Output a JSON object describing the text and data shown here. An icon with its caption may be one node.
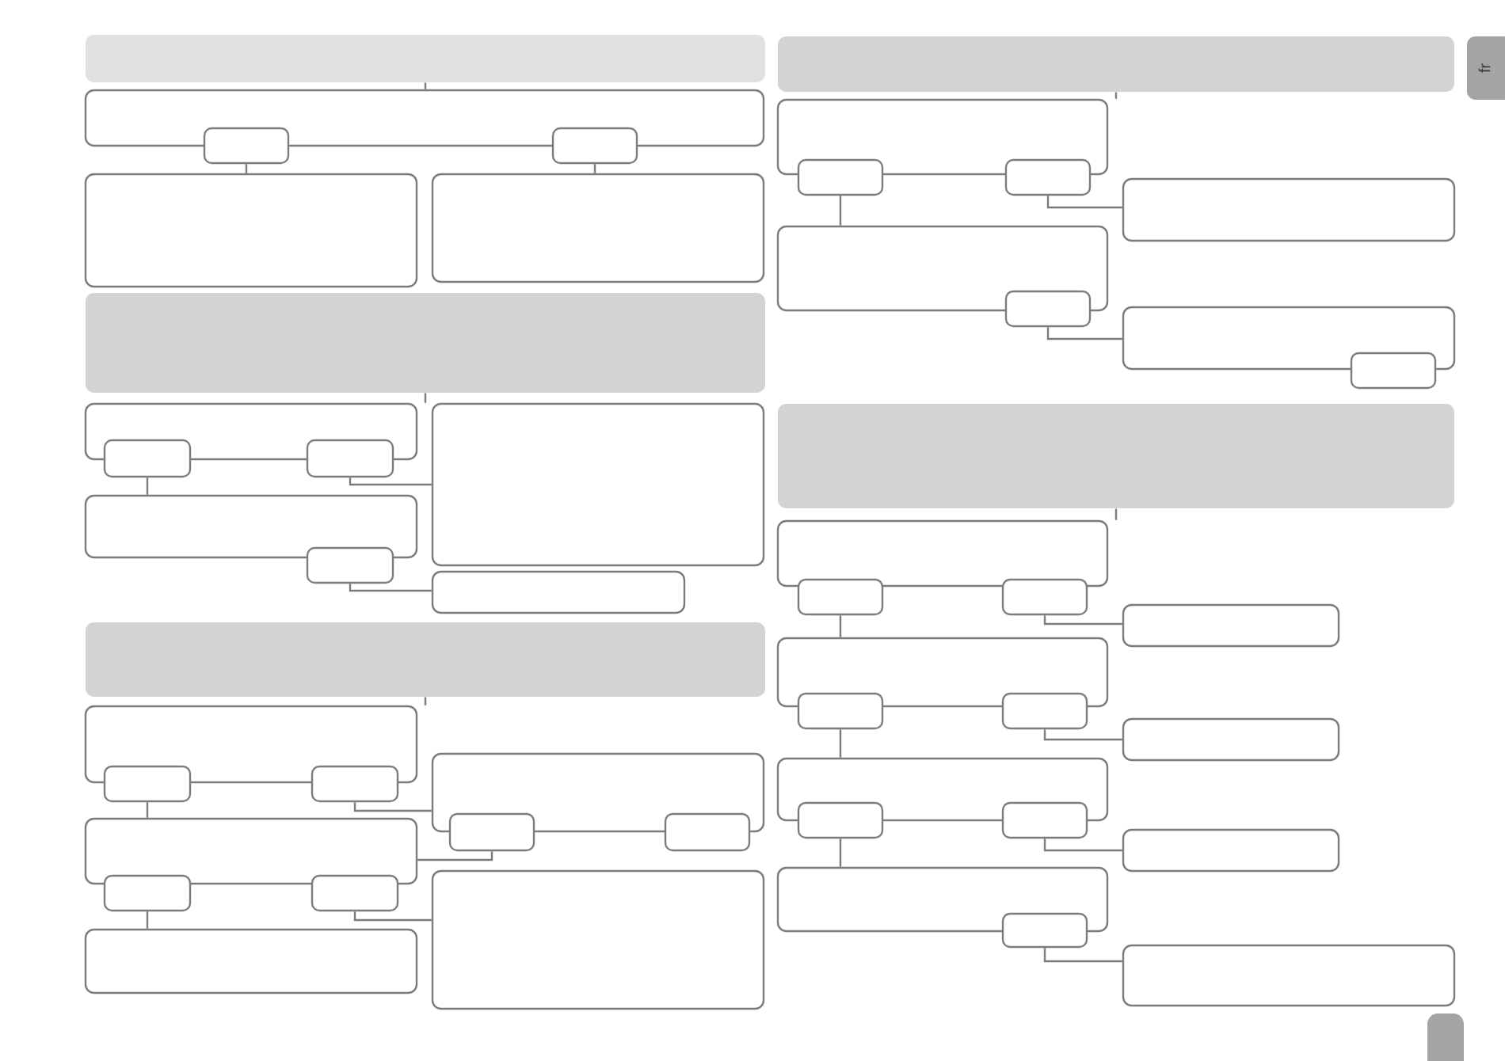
{
  "diagram": {
    "nodes": [
      {
        "text": [],
        "shape": "bar"
      },
      {
        "text": [],
        "shape": "box"
      },
      {
        "text": [],
        "shape": "box"
      },
      {
        "text": [],
        "shape": "box"
      },
      {
        "text": [],
        "shape": "box"
      },
      {
        "text": [],
        "shape": "box"
      },
      {
        "text": [],
        "shape": "bar"
      },
      {
        "text": [],
        "shape": "box"
      },
      {
        "text": [],
        "shape": "box"
      },
      {
        "text": [],
        "shape": "box"
      },
      {
        "text": [],
        "shape": "box"
      },
      {
        "text": [],
        "shape": "box"
      },
      {
        "text": [],
        "shape": "box"
      },
      {
        "text": [],
        "shape": "box"
      },
      {
        "text": [],
        "shape": "bar"
      },
      {
        "text": [],
        "shape": "box"
      },
      {
        "text": [],
        "shape": "box"
      },
      {
        "text": [],
        "shape": "box"
      },
      {
        "text": [],
        "shape": "box"
      },
      {
        "text": [],
        "shape": "box"
      },
      {
        "text": [],
        "shape": "box"
      },
      {
        "text": [],
        "shape": "box"
      },
      {
        "text": [],
        "shape": "box"
      },
      {
        "text": [],
        "shape": "box"
      },
      {
        "text": [],
        "shape": "box"
      },
      {
        "text": [],
        "shape": "box"
      },
      {
        "text": [],
        "shape": "bar"
      },
      {
        "text": [],
        "shape": "box"
      },
      {
        "text": [],
        "shape": "box"
      },
      {
        "text": [],
        "shape": "box"
      },
      {
        "text": [],
        "shape": "box"
      },
      {
        "text": [],
        "shape": "box"
      },
      {
        "text": [],
        "shape": "box"
      },
      {
        "text": [],
        "shape": "box"
      },
      {
        "text": [],
        "shape": "box"
      },
      {
        "text": [],
        "shape": "bar"
      },
      {
        "text": [],
        "shape": "box"
      },
      {
        "text": [],
        "shape": "box"
      },
      {
        "text": [],
        "shape": "box"
      },
      {
        "text": [],
        "shape": "box"
      },
      {
        "text": [],
        "shape": "box"
      },
      {
        "text": [],
        "shape": "box"
      },
      {
        "text": [],
        "shape": "box"
      },
      {
        "text": [],
        "shape": "box"
      },
      {
        "text": [],
        "shape": "box"
      },
      {
        "text": [],
        "shape": "box"
      },
      {
        "text": [],
        "shape": "box"
      },
      {
        "text": [],
        "shape": "box"
      },
      {
        "text": [],
        "shape": "box"
      },
      {
        "text": [],
        "shape": "box"
      },
      {
        "text": [],
        "shape": "box"
      },
      {
        "text": [
          "fr"
        ]
      }
    ],
    "edges": [
      {
        "from": 0,
        "to": 1,
        "arrow": "none"
      },
      {
        "from": 2,
        "to": 4,
        "arrow": "none"
      },
      {
        "from": 3,
        "to": 5,
        "arrow": "none"
      },
      {
        "from": 6,
        "to": 7,
        "arrow": "none"
      },
      {
        "from": 8,
        "to": 11,
        "arrow": "none"
      },
      {
        "from": 9,
        "to": 10,
        "arrow": "none"
      },
      {
        "from": 12,
        "to": 13,
        "arrow": "none"
      },
      {
        "from": 14,
        "to": 15,
        "arrow": "none"
      },
      {
        "from": 16,
        "to": 21,
        "arrow": "none"
      },
      {
        "from": 17,
        "to": 18,
        "arrow": "none"
      },
      {
        "from": 19,
        "to": 21,
        "arrow": "none"
      },
      {
        "from": 22,
        "to": 25,
        "arrow": "none"
      },
      {
        "from": 23,
        "to": 24,
        "arrow": "none"
      },
      {
        "from": 26,
        "to": 27,
        "arrow": "none"
      },
      {
        "from": 28,
        "to": 31,
        "arrow": "none"
      },
      {
        "from": 29,
        "to": 30,
        "arrow": "none"
      },
      {
        "from": 32,
        "to": 33,
        "arrow": "none"
      },
      {
        "from": 35,
        "to": 36,
        "arrow": "none"
      },
      {
        "from": 37,
        "to": 40,
        "arrow": "none"
      },
      {
        "from": 38,
        "to": 39,
        "arrow": "none"
      },
      {
        "from": 41,
        "to": 44,
        "arrow": "none"
      },
      {
        "from": 42,
        "to": 43,
        "arrow": "none"
      },
      {
        "from": 45,
        "to": 48,
        "arrow": "none"
      },
      {
        "from": 46,
        "to": 47,
        "arrow": "none"
      },
      {
        "from": 49,
        "to": 50,
        "arrow": "none"
      }
    ]
  }
}
